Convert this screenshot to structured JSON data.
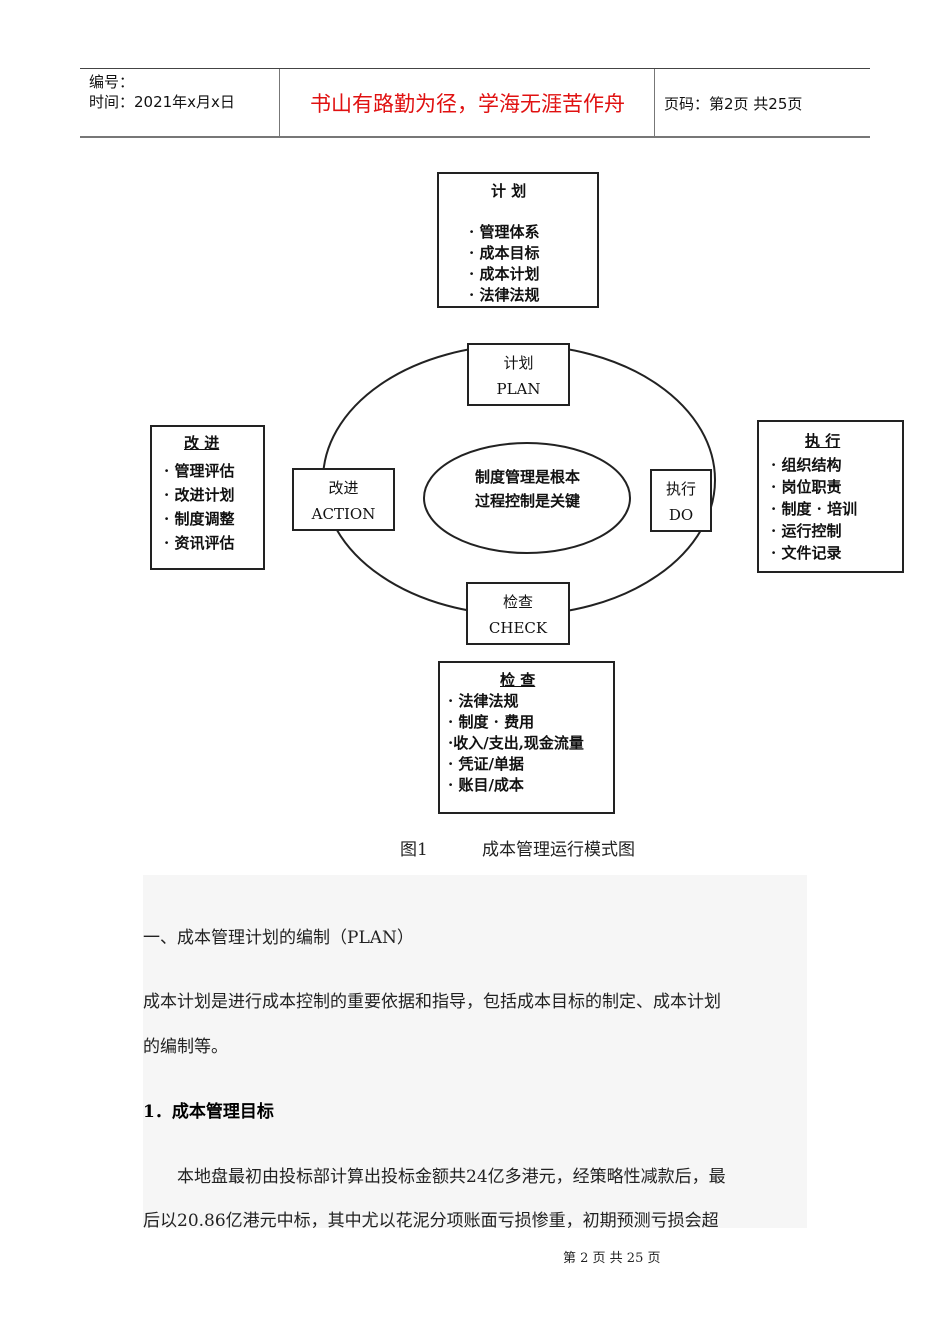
{
  "header": {
    "number_label": "编号：",
    "time_label": "时间：2021年x月x日",
    "motto": "书山有路勤为径，学海无涯苦作舟",
    "page_label": "页码：第2页 共25页"
  },
  "diagram": {
    "plan_box": {
      "title": "计 划",
      "items": [
        "· 管理体系",
        "· 成本目标",
        "· 成本计划",
        "· 法律法规"
      ]
    },
    "plan": {
      "cn": "计划",
      "en": "PLAN"
    },
    "action": {
      "cn": "改进",
      "en": "ACTION"
    },
    "do": {
      "cn": "执行",
      "en": "DO"
    },
    "check": {
      "cn": "检查",
      "en": "CHECK"
    },
    "center": [
      "制度管理是根本",
      "过程控制是关键"
    ],
    "improve_box": {
      "title": "改 进",
      "items": [
        "· 管理评估",
        "· 改进计划",
        "· 制度调整",
        "· 资讯评估"
      ]
    },
    "execute_box": {
      "title": "执 行",
      "items": [
        "· 组织结构",
        "· 岗位职责",
        "· 制度 · 培训",
        "· 运行控制",
        "· 文件记录"
      ]
    },
    "check_box": {
      "title": "检 查",
      "items": [
        "· 法律法规",
        "· 制度 · 费用",
        "·收入/支出,现金流量",
        "· 凭证/单据",
        "· 账目/成本"
      ]
    },
    "caption_num": "图1",
    "caption": "成本管理运行模式图"
  },
  "body": {
    "section": "一、成本管理计划的编制（PLAN）",
    "para1_l1": "成本计划是进行成本控制的重要依据和指导，包括成本目标的制定、成本计划",
    "para1_l2": "的编制等。",
    "heading": "1．成本管理目标",
    "para2_l1": "　　本地盘最初由投标部计算出投标金额共24亿多港元，经策略性减款后，最",
    "para2_l2": "后以20.86亿港元中标，其中尤以花泥分项账面亏损惨重，初期预测亏损会超"
  },
  "footer": "第 2 页 共 25 页"
}
